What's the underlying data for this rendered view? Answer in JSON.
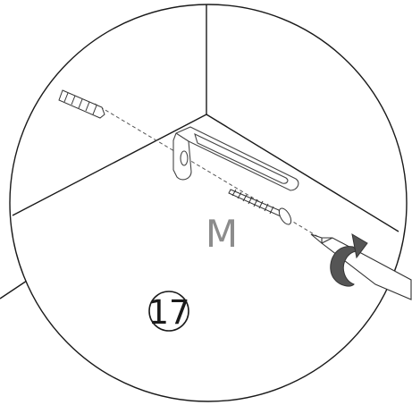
{
  "figure": {
    "part_label": "M",
    "step_number": "17",
    "colors": {
      "line": "#1a1a1a",
      "part_label": "#8c8c8c",
      "hardware": "#555555",
      "background": "#ffffff"
    },
    "items": [
      "detail-circle",
      "wall-corner",
      "wall-anchor",
      "bracket",
      "screw",
      "screwdriver",
      "rotation-arrow-icon",
      "leader-line"
    ]
  }
}
